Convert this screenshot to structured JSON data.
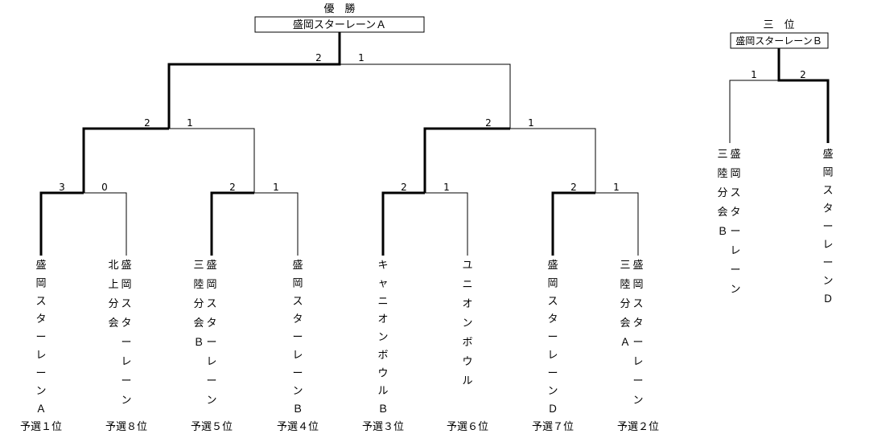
{
  "champion": {
    "heading": "優　勝",
    "winner": "盛岡スターレーンＡ"
  },
  "third_place": {
    "heading": "三　位",
    "winner": "盛岡スターレーンＢ"
  },
  "teams": [
    {
      "cols": [
        "盛岡スターレーンＡ"
      ],
      "seed": "予選１位"
    },
    {
      "cols": [
        "北上分会",
        "盛岡スターレーン"
      ],
      "seed": "予選８位"
    },
    {
      "cols": [
        "三陸分会Ｂ",
        "盛岡スターレーン"
      ],
      "seed": "予選５位"
    },
    {
      "cols": [
        "盛岡スターレーンＢ"
      ],
      "seed": "予選４位"
    },
    {
      "cols": [
        "キャニオンボウルＢ"
      ],
      "seed": "予選３位"
    },
    {
      "cols": [
        "ユニオンボウル"
      ],
      "seed": "予選６位"
    },
    {
      "cols": [
        "盛岡スターレーンＤ"
      ],
      "seed": "予選７位"
    },
    {
      "cols": [
        "三陸分会Ａ",
        "盛岡スターレーン"
      ],
      "seed": "予選２位"
    }
  ],
  "third_teams": [
    {
      "cols": [
        "三陸分会Ｂ",
        "盛岡スターレーン"
      ]
    },
    {
      "cols": [
        "盛岡スターレーンＤ"
      ]
    }
  ],
  "scores": {
    "r1": [
      [
        "3",
        "0"
      ],
      [
        "2",
        "1"
      ],
      [
        "2",
        "1"
      ],
      [
        "2",
        "1"
      ]
    ],
    "semis": [
      [
        "2",
        "1"
      ],
      [
        "2",
        "1"
      ]
    ],
    "final": [
      "2",
      "1"
    ],
    "third": [
      "1",
      "2"
    ]
  }
}
